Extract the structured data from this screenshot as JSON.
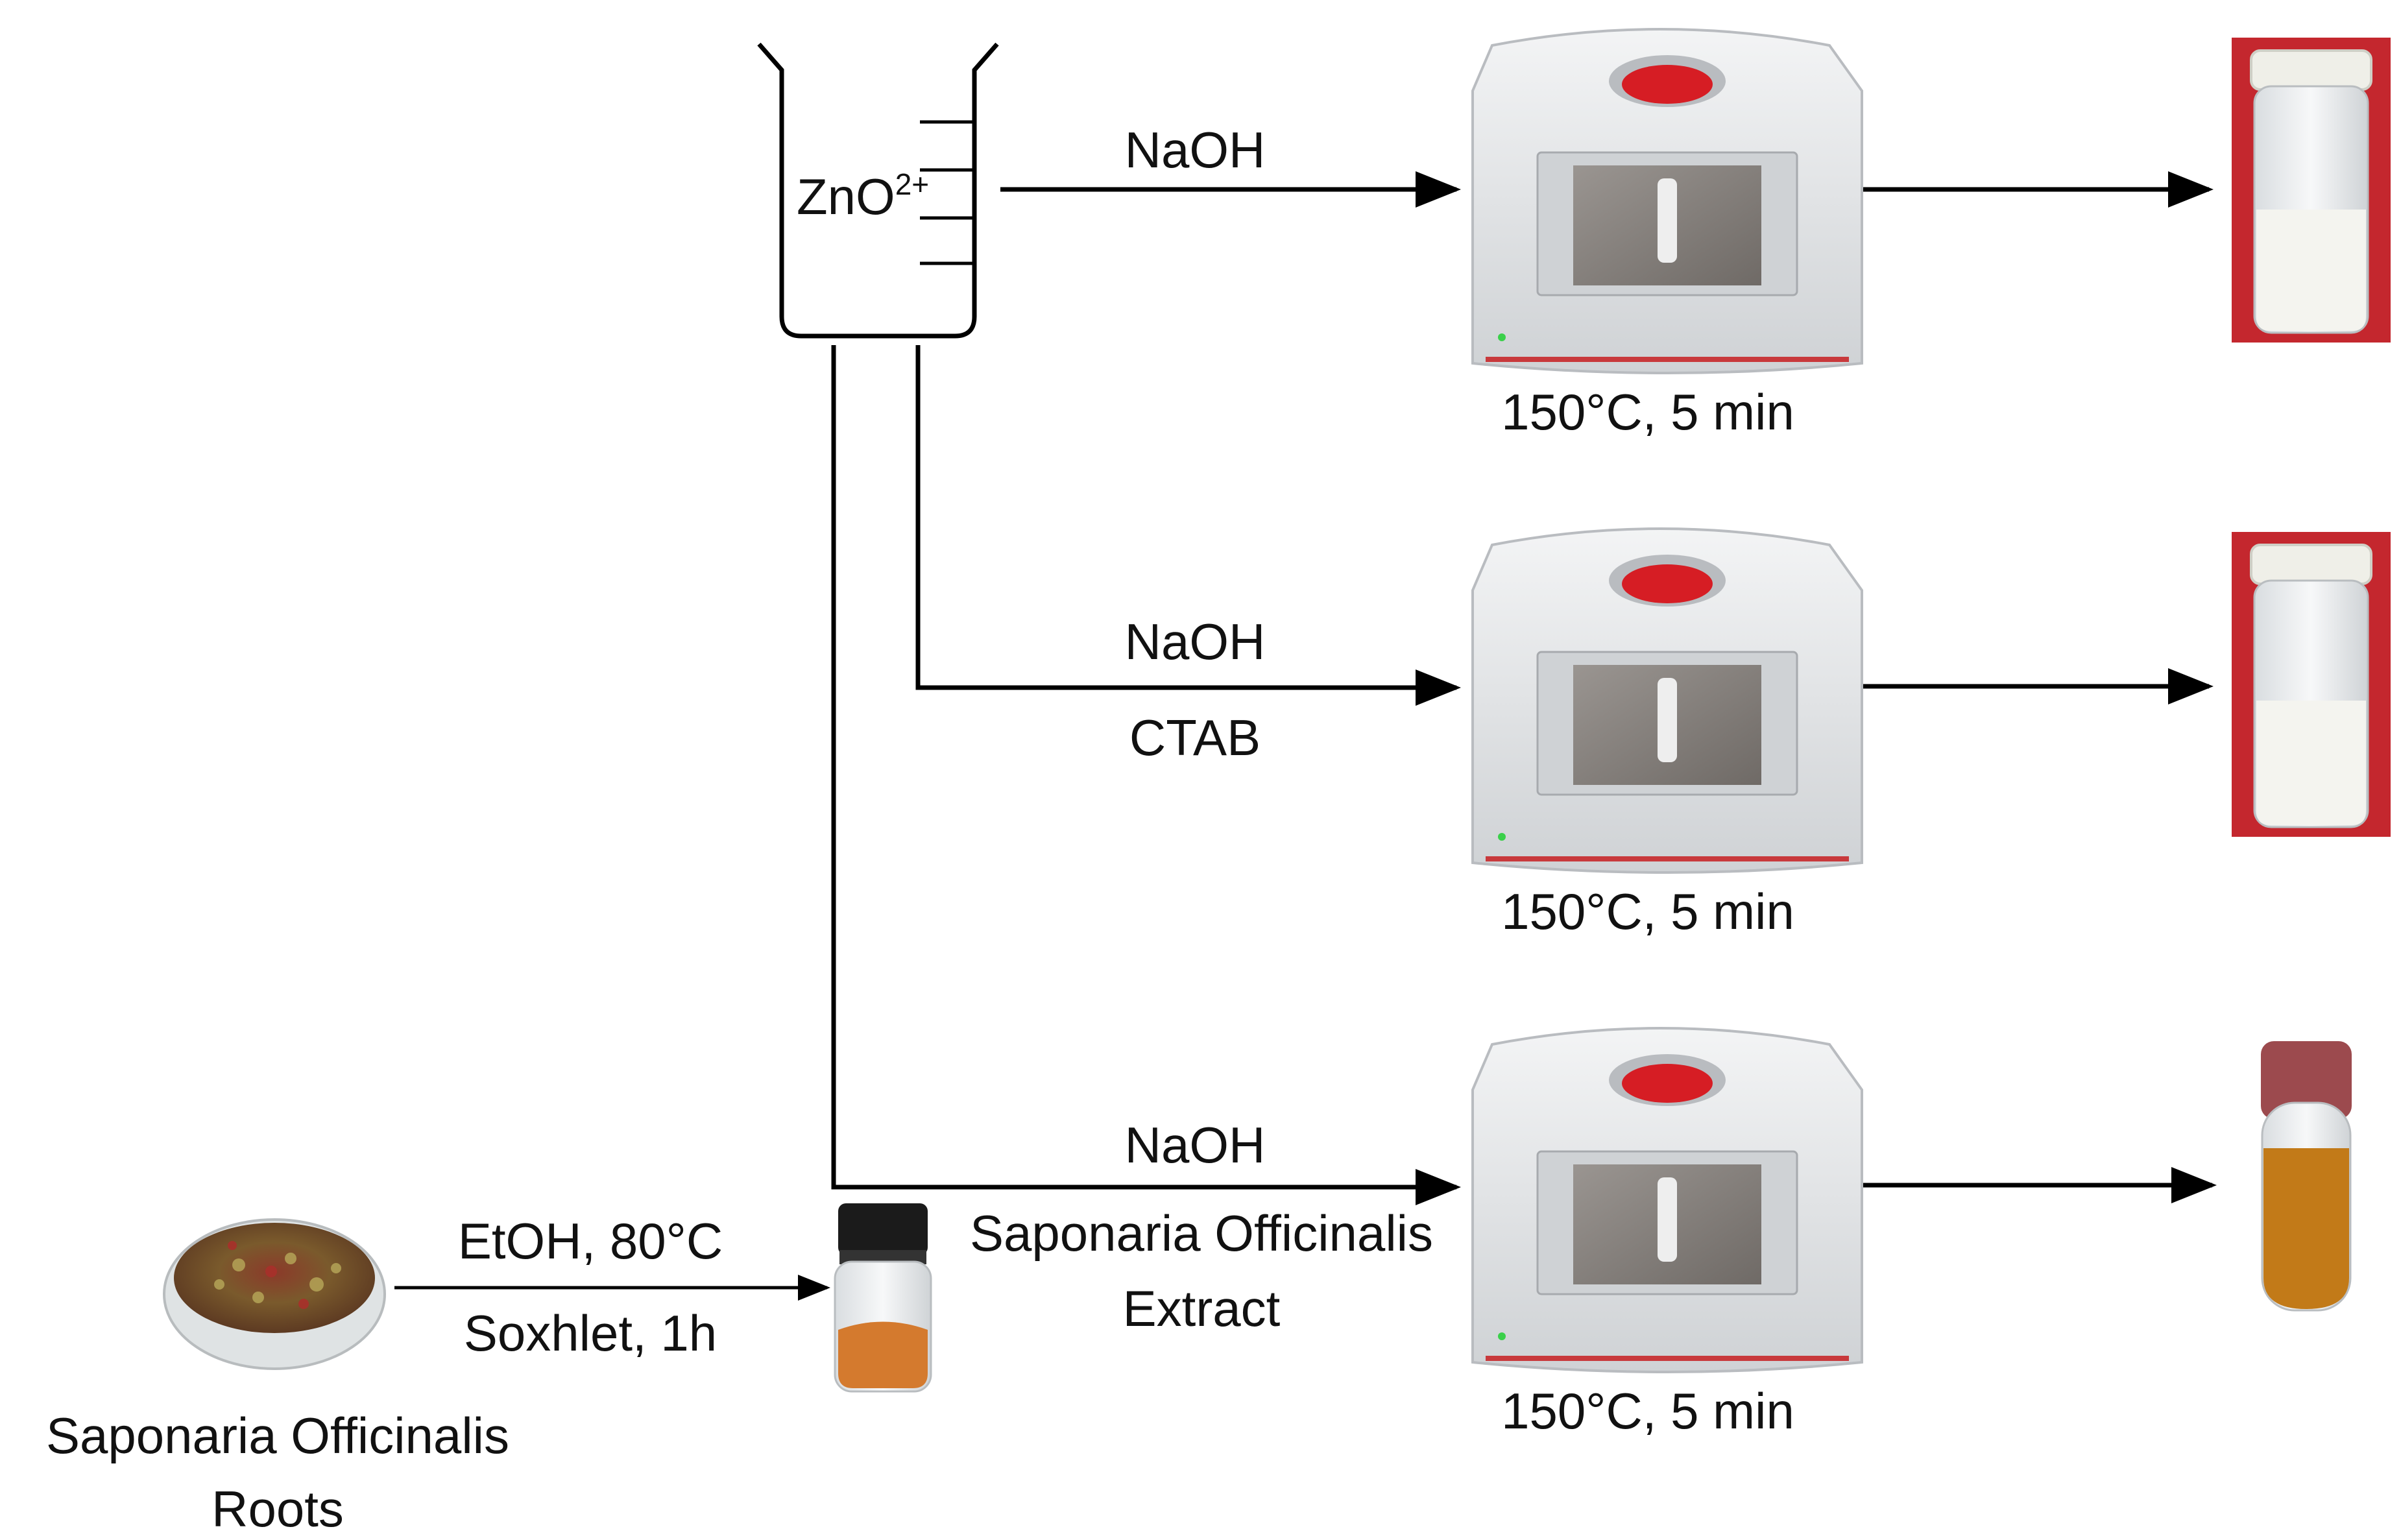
{
  "beaker": {
    "label": "ZnO",
    "superscript": "2+"
  },
  "routes": [
    {
      "reagents": [
        "NaOH"
      ],
      "condition": "150°C, 5 min",
      "product_color": "#f4f4ef",
      "background_color": "#c4272e"
    },
    {
      "reagents": [
        "NaOH",
        "CTAB"
      ],
      "condition": "150°C, 5 min",
      "product_color": "#f4f4ef",
      "background_color": "#c4272e"
    },
    {
      "reagents": [
        "NaOH",
        "Saponaria Officinalis",
        "Extract"
      ],
      "condition": "150°C, 5 min",
      "product_color": "#c27a18",
      "background_color": "#ffffff"
    }
  ],
  "extraction": {
    "reagent": "EtOH, 80°C",
    "method": "Soxhlet, 1h",
    "source_label": [
      "Saponaria Officinalis",
      "Roots"
    ],
    "extract_color": "#d47a2e"
  },
  "colors": {
    "microwave_body": "#e4e6e8",
    "microwave_lid": "#d61d24",
    "screen": "#8b8682"
  }
}
